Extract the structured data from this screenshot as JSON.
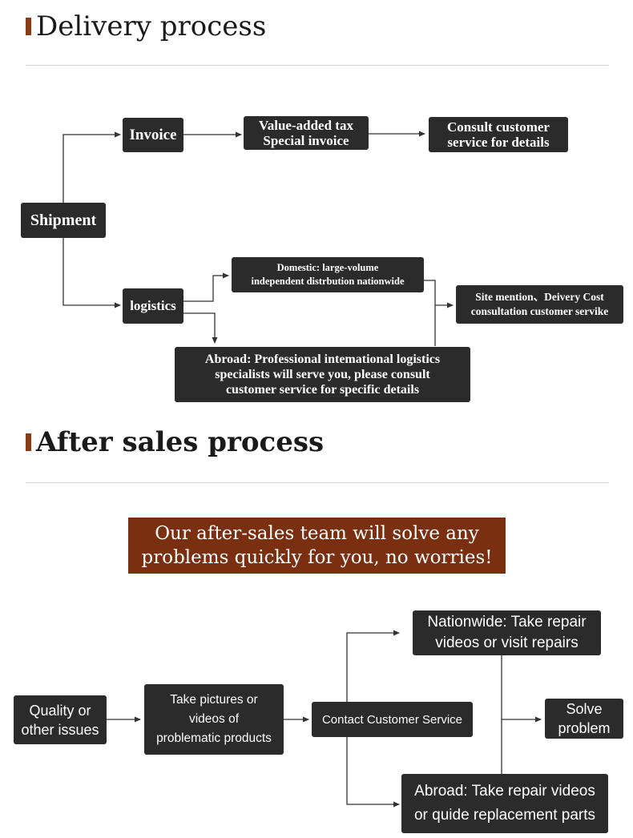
{
  "delivery": {
    "title": "Delivery process",
    "shipment": "Shipment",
    "invoice": "Invoice",
    "vat_line1": "Value-added tax",
    "vat_line2": "Special invoice",
    "consult_line1": "Consult customer",
    "consult_line2": "service for details",
    "logistics": "logistics",
    "domestic_line1": "Domestic: large-volume",
    "domestic_line2": "independent distrbution nationwide",
    "site_line1": "Site mention、Deivery Cost",
    "site_line2": "consultation customer servike",
    "abroad_line1": "Abroad: Professional intemational logistics",
    "abroad_line2": "specialists will serve you, please consult",
    "abroad_line3": "customer service for specific details"
  },
  "after_sales": {
    "title": "After sales process",
    "banner_line1": "Our after-sales team will solve any",
    "banner_line2": "problems quickly for you, no worries!",
    "quality_line1": "Quality or",
    "quality_line2": "other issues",
    "pictures_line1": "Take pictures or",
    "pictures_line2": "videos of",
    "pictures_line3": "problematic products",
    "contact": "Contact Customer Service",
    "nationwide_line1": "Nationwide: Take repair",
    "nationwide_line2": "videos or visit repairs",
    "solve_line1": "Solve",
    "solve_line2": "problem",
    "abroad_line1": "Abroad: Take repair videos",
    "abroad_line2": "or quide replacement parts"
  },
  "colors": {
    "box": "#2b2b2b",
    "accent": "#7a2f10",
    "marker": "#8a3a14"
  }
}
